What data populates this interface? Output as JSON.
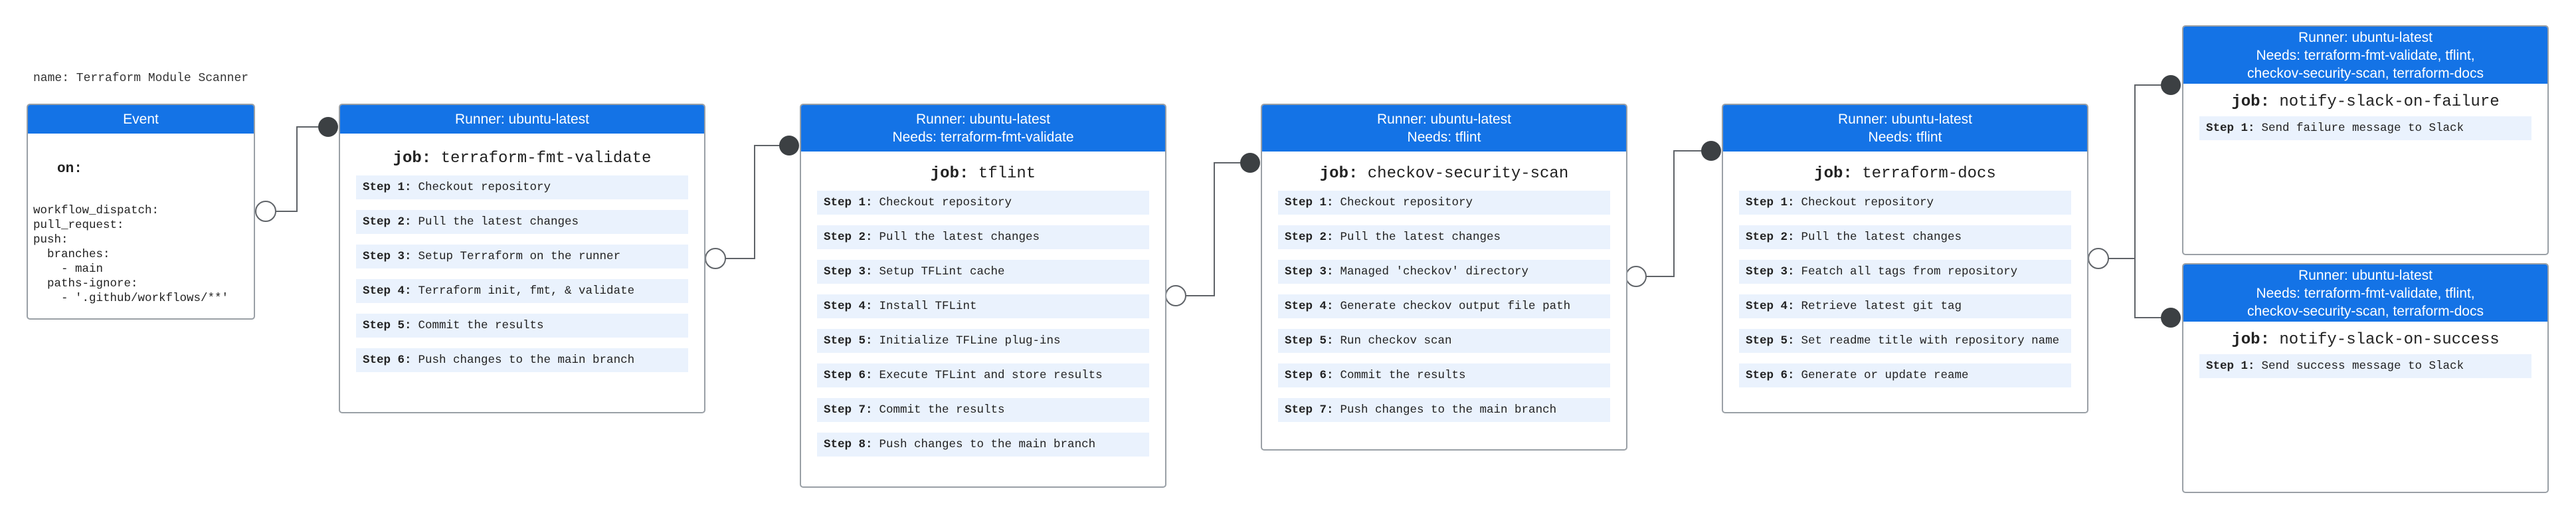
{
  "workflow_name": "name: Terraform Module Scanner",
  "event": {
    "header": "Event",
    "on_label": "on:",
    "triggers": "workflow_dispatch:\npull_request:\npush:\n  branches:\n    - main\n  paths-ignore:\n    - '.github/workflows/**'"
  },
  "jobs": [
    {
      "runner": "Runner: ubuntu-latest",
      "needs": "",
      "job_label": "job:",
      "job_name": "terraform-fmt-validate",
      "steps": [
        {
          "label": "Step 1:",
          "text": "Checkout repository"
        },
        {
          "label": "Step 2:",
          "text": "Pull the latest changes"
        },
        {
          "label": "Step 3:",
          "text": "Setup Terraform on the runner"
        },
        {
          "label": "Step 4:",
          "text": "Terraform init, fmt, & validate"
        },
        {
          "label": "Step 5:",
          "text": "Commit the results"
        },
        {
          "label": "Step 6:",
          "text": "Push changes to the main branch"
        }
      ]
    },
    {
      "runner": "Runner: ubuntu-latest",
      "needs": "Needs: terraform-fmt-validate",
      "job_label": "job:",
      "job_name": "tflint",
      "steps": [
        {
          "label": "Step 1:",
          "text": "Checkout repository"
        },
        {
          "label": "Step 2:",
          "text": "Pull the latest changes"
        },
        {
          "label": "Step 3:",
          "text": "Setup TFLint cache"
        },
        {
          "label": "Step 4:",
          "text": "Install TFLint"
        },
        {
          "label": "Step 5:",
          "text": "Initialize TFLine plug-ins"
        },
        {
          "label": "Step 6:",
          "text": "Execute TFLint and store results"
        },
        {
          "label": "Step 7:",
          "text": "Commit the results"
        },
        {
          "label": "Step 8:",
          "text": "Push changes to the main branch"
        }
      ]
    },
    {
      "runner": "Runner: ubuntu-latest",
      "needs": "Needs: tflint",
      "job_label": "job:",
      "job_name": "checkov-security-scan",
      "steps": [
        {
          "label": "Step 1:",
          "text": "Checkout repository"
        },
        {
          "label": "Step 2:",
          "text": "Pull the latest changes"
        },
        {
          "label": "Step 3:",
          "text": "Managed 'checkov' directory"
        },
        {
          "label": "Step 4:",
          "text": "Generate checkov output file path"
        },
        {
          "label": "Step 5:",
          "text": "Run checkov scan"
        },
        {
          "label": "Step 6:",
          "text": "Commit the results"
        },
        {
          "label": "Step 7:",
          "text": "Push changes to the main branch"
        }
      ]
    },
    {
      "runner": "Runner: ubuntu-latest",
      "needs": "Needs: tflint",
      "job_label": "job:",
      "job_name": "terraform-docs",
      "steps": [
        {
          "label": "Step 1:",
          "text": "Checkout repository"
        },
        {
          "label": "Step 2:",
          "text": "Pull the latest changes"
        },
        {
          "label": "Step 3:",
          "text": "Featch all tags from repository"
        },
        {
          "label": "Step 4:",
          "text": "Retrieve latest git tag"
        },
        {
          "label": "Step 5:",
          "text": "Set readme title with repository name"
        },
        {
          "label": "Step 6:",
          "text": "Generate or update reame"
        }
      ]
    },
    {
      "runner": "Runner: ubuntu-latest",
      "needs": "Needs: terraform-fmt-validate, tflint,",
      "needs2": "checkov-security-scan, terraform-docs",
      "job_label": "job:",
      "job_name": "notify-slack-on-failure",
      "steps": [
        {
          "label": "Step 1:",
          "text": "Send failure message to Slack"
        }
      ]
    },
    {
      "runner": "Runner: ubuntu-latest",
      "needs": "Needs: terraform-fmt-validate, tflint,",
      "needs2": "checkov-security-scan, terraform-docs",
      "job_label": "job:",
      "job_name": "notify-slack-on-success",
      "steps": [
        {
          "label": "Step 1:",
          "text": "Send success message to Slack"
        }
      ]
    }
  ],
  "colors": {
    "header": "#1473e6",
    "step_bg": "#eaf2fd",
    "border": "#9aa0a6",
    "connector": "#5f6368",
    "dot": "#3c4043"
  }
}
